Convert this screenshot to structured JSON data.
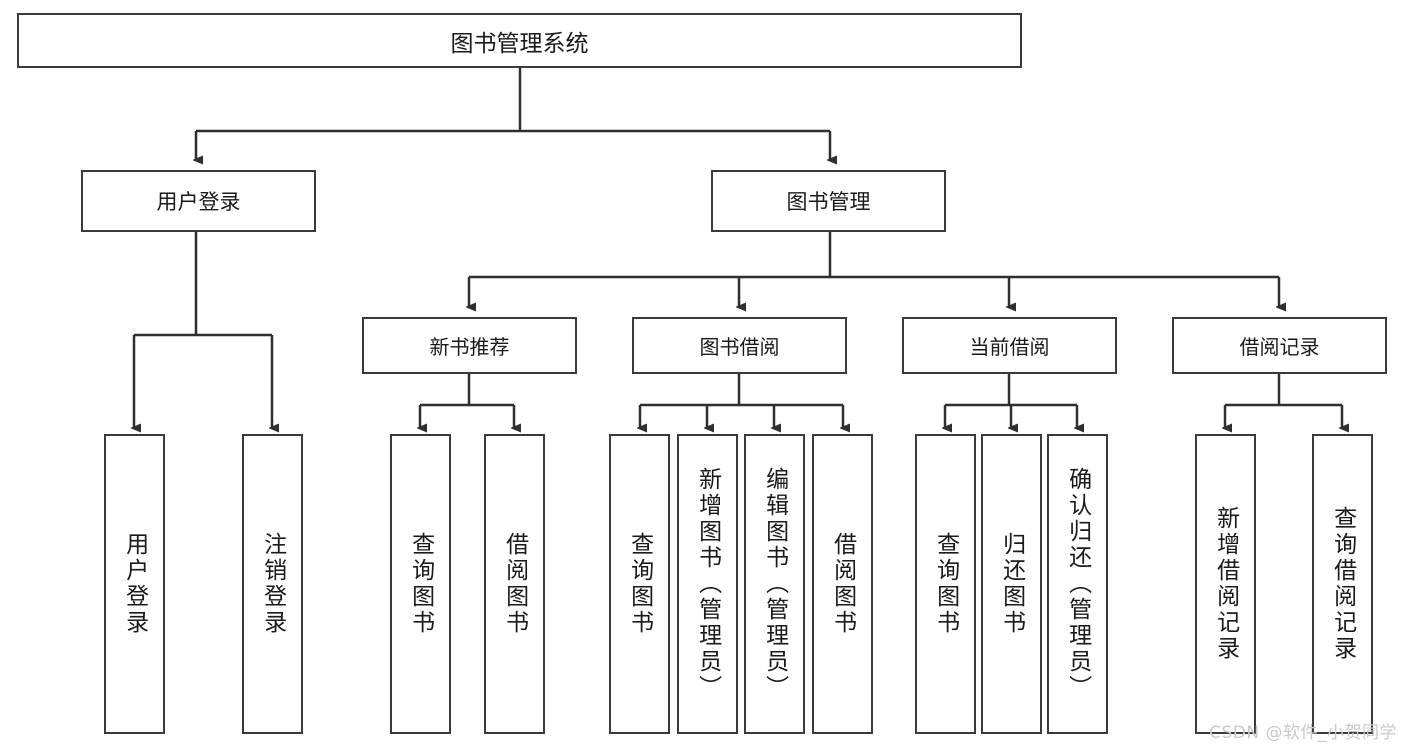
{
  "diagram": {
    "title": "图书管理系统",
    "watermark": "CSDN @软件_小贺同学",
    "colors": {
      "box_border": "#3a3a3a",
      "box_fill": "#ffffff",
      "line": "#2f2f2f",
      "text": "#1a1a1a",
      "watermark": "#c9c9c9"
    },
    "root": {
      "label": "图书管理系统"
    },
    "level1": [
      {
        "label": "用户登录"
      },
      {
        "label": "图书管理"
      }
    ],
    "level2": [
      {
        "label": "新书推荐"
      },
      {
        "label": "图书借阅"
      },
      {
        "label": "当前借阅"
      },
      {
        "label": "借阅记录"
      }
    ],
    "leaves": {
      "user_login": [
        {
          "label": "用户登录"
        },
        {
          "label": "注销登录"
        }
      ],
      "new_book_recommend": [
        {
          "label": "查询图书"
        },
        {
          "label": "借阅图书"
        }
      ],
      "book_borrow": [
        {
          "label": "查询图书"
        },
        {
          "label": "新增图书（管理员）"
        },
        {
          "label": "编辑图书（管理员）"
        },
        {
          "label": "借阅图书"
        }
      ],
      "current_borrow": [
        {
          "label": "查询图书"
        },
        {
          "label": "归还图书"
        },
        {
          "label": "确认归还（管理员）"
        }
      ],
      "borrow_record": [
        {
          "label": "新增借阅记录"
        },
        {
          "label": "查询借阅记录"
        }
      ]
    }
  }
}
